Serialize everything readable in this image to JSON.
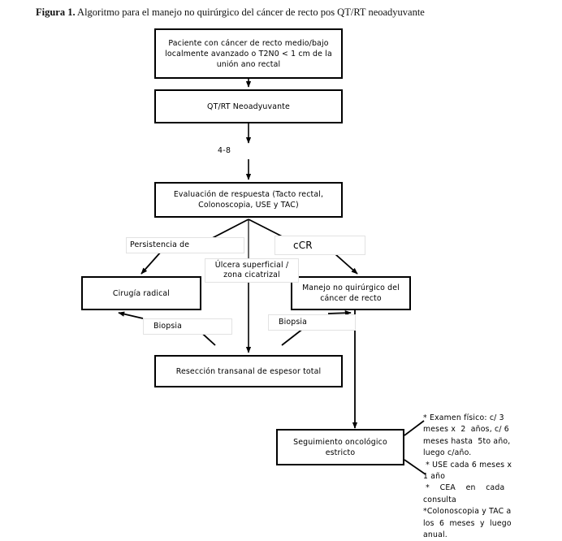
{
  "figure": {
    "caption_prefix": "Figura 1.",
    "caption_text": " Algoritmo para el manejo no quirúrgico del cáncer de recto pos QT/RT neoadyuvante"
  },
  "nodes": {
    "patient": "Paciente con cáncer de recto medio/bajo localmente avanzado  o T2N0 < 1 cm de la unión ano rectal",
    "neoadjuvant": "QT/RT Neoadyuvante",
    "evaluation": "Evaluación de respuesta (Tacto rectal, Colonoscopia, USE y TAC)",
    "radical_surgery": "Cirugía radical",
    "nonsurgical_management": "Manejo no quirúrgico del cáncer de recto",
    "transanal_resection": "Resección transanal de espesor total",
    "strict_followup": "Seguimiento oncológico estricto"
  },
  "edge_labels": {
    "weeks": "4-8",
    "persistence": "Persistencia de",
    "ulcer": "Úlcera superficial / zona cicatrizal",
    "ccr": "cCR",
    "biopsy_left": "Biopsia",
    "biopsy_right": "Biopsia"
  },
  "notes": {
    "lines": [
      "* Examen físico: c/ 3",
      "meses x  2  años, c/ 6",
      "meses hasta  5to año,",
      "luego c/año.",
      " * USE cada 6 meses x",
      "1 año",
      " *    CEA    en    cada",
      "consulta",
      "*Colonoscopia y TAC a",
      "los  6  meses  y  luego",
      "anual."
    ]
  },
  "colors": {
    "line": "#000000",
    "box_border": "#000000",
    "label_border": "#e2e2e2",
    "background": "#ffffff"
  }
}
